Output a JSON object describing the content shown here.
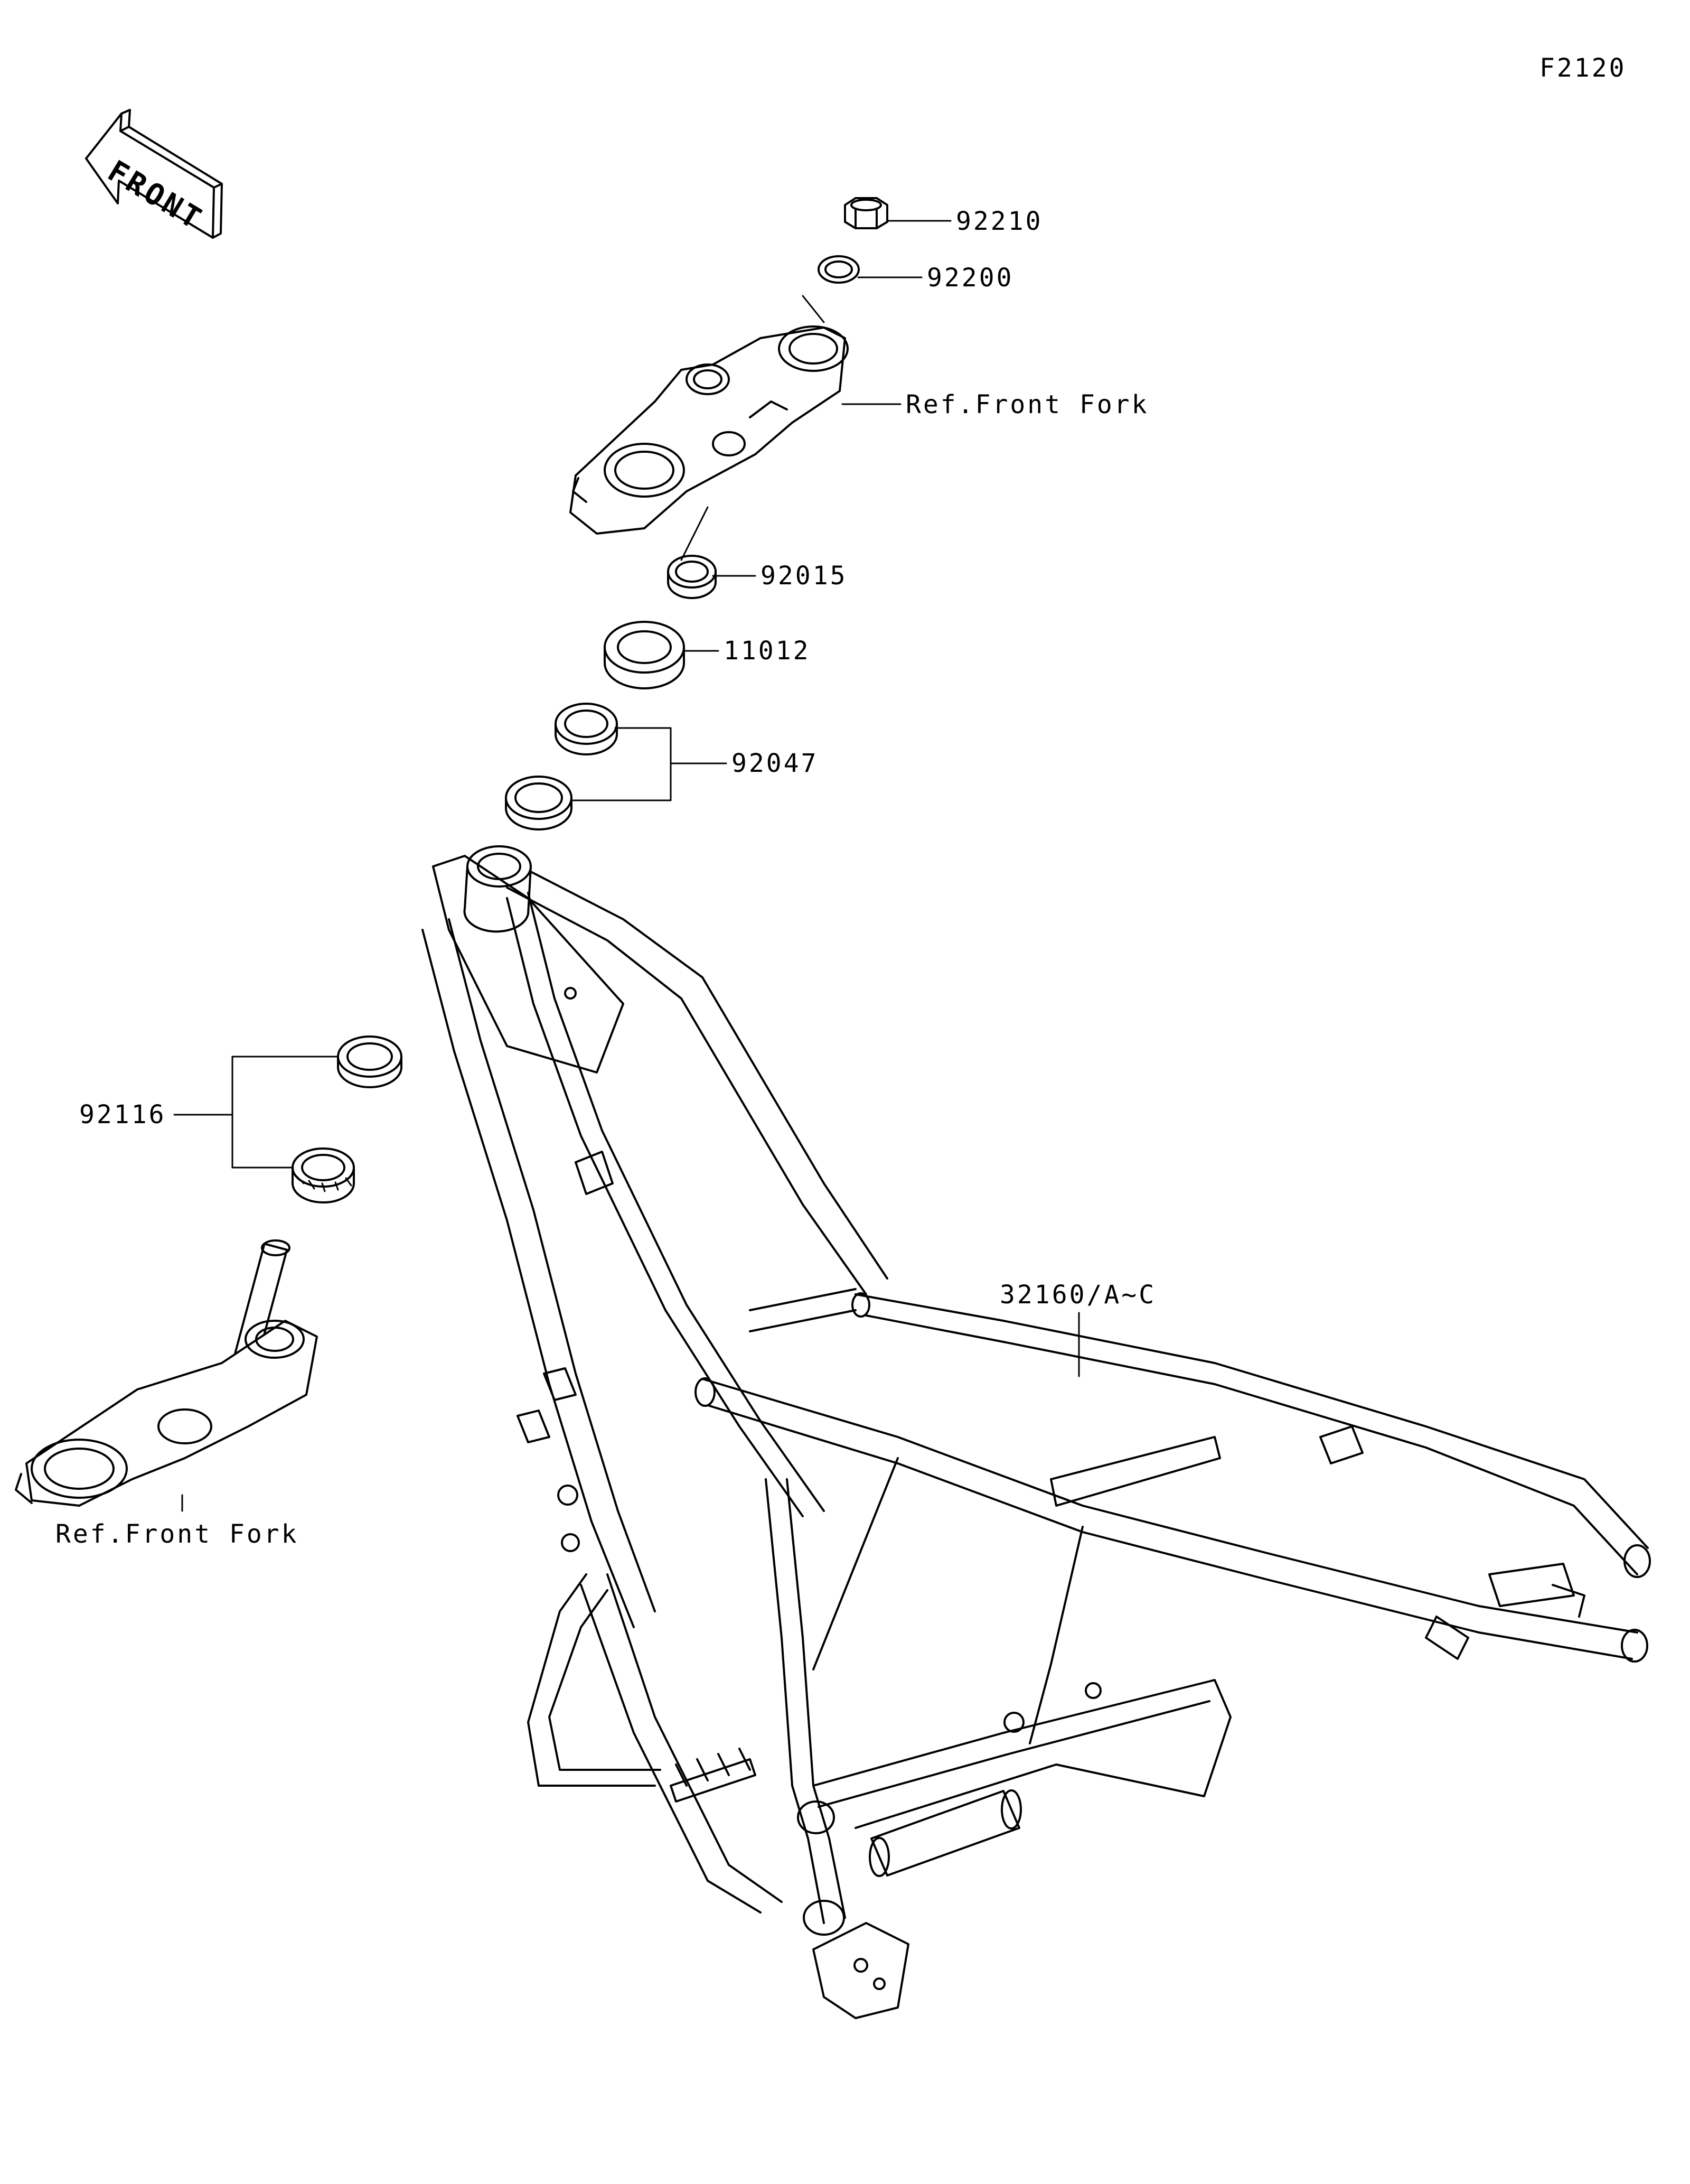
{
  "figure_code": "F2120",
  "front_arrow": {
    "text": "FRONT",
    "icon": "front-direction-arrow-icon"
  },
  "callouts": {
    "c92210": "92210",
    "c92200": "92200",
    "ref_upper": "Ref.Front Fork",
    "c92015": "92015",
    "c11012": "11012",
    "c92047": "92047",
    "c92116": "92116",
    "c32160": "32160/A~C",
    "ref_lower": "Ref.Front Fork"
  },
  "parts": [
    {
      "icon": "steering-stem-nut-icon"
    },
    {
      "icon": "washer-icon"
    },
    {
      "icon": "upper-fork-bracket-icon"
    },
    {
      "icon": "lock-nut-icon"
    },
    {
      "icon": "dust-seal-icon"
    },
    {
      "icon": "bearing-races-icon"
    },
    {
      "icon": "steering-bearings-icon"
    },
    {
      "icon": "steering-stem-lower-bracket-icon"
    },
    {
      "icon": "motorcycle-frame-icon"
    }
  ]
}
